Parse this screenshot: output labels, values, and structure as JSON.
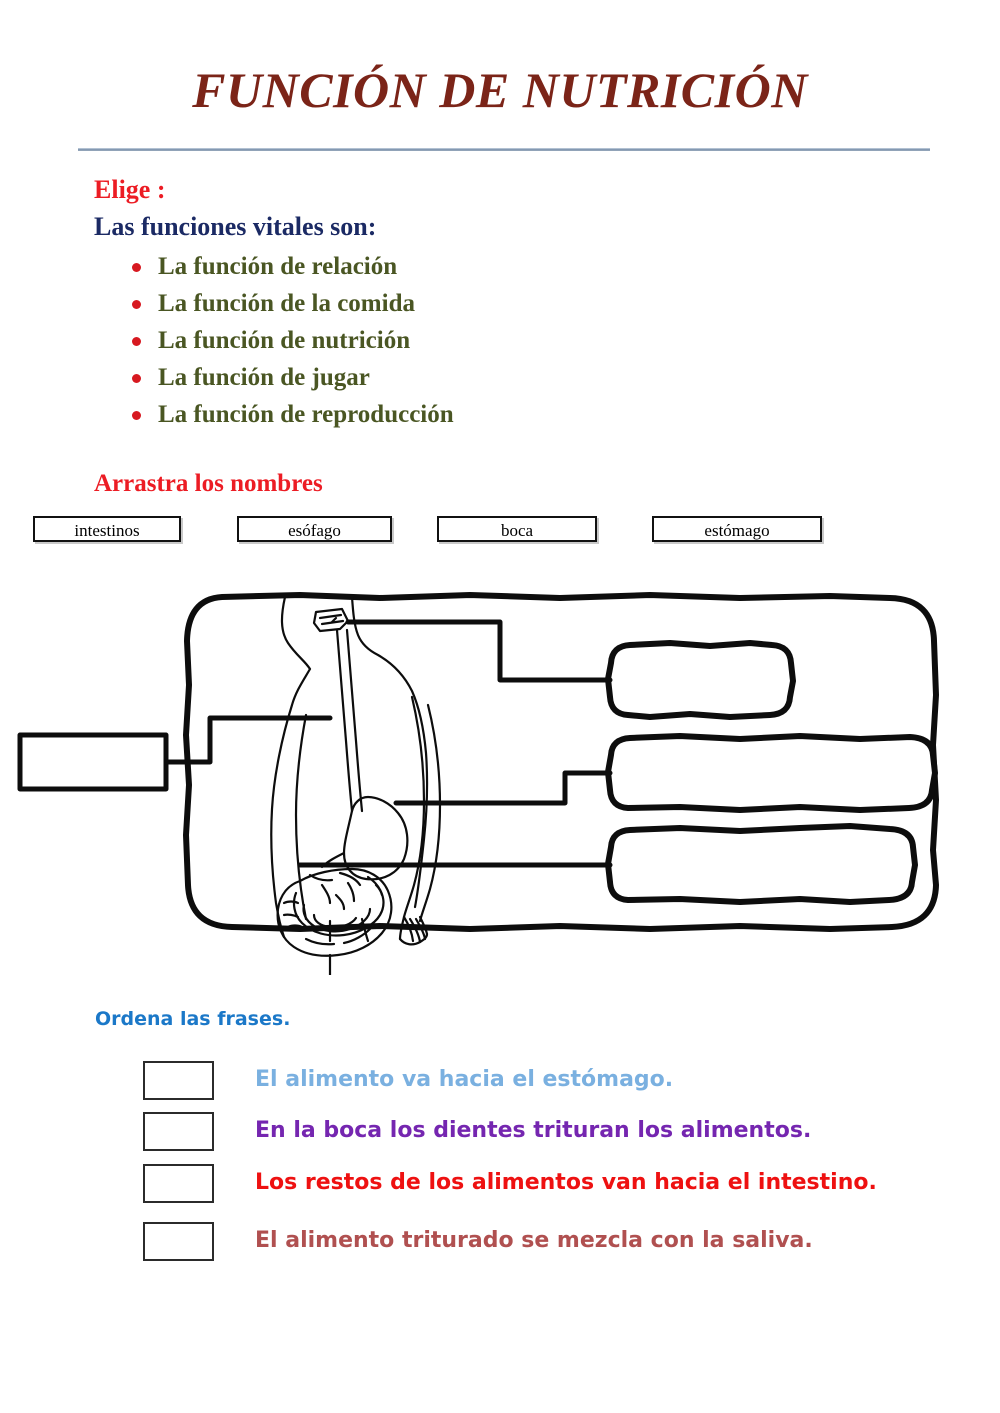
{
  "header": {
    "title": "FUNCIÓN DE NUTRICIÓN",
    "title_color": "#7b2418",
    "rule_color": "#6f87a5"
  },
  "choose_section": {
    "prompt_label": "Elige :",
    "prompt_color": "#ec1c24",
    "question": "Las funciones vitales son:",
    "question_color": "#1b2a64",
    "bullet_color": "#d71920",
    "option_color": "#4a5623",
    "options": [
      {
        "label": "La función de relación"
      },
      {
        "label": "La función de la comida"
      },
      {
        "label": "La función de nutrición"
      },
      {
        "label": "La función de jugar"
      },
      {
        "label": "La función de reproducción"
      }
    ]
  },
  "drag_section": {
    "instruction": "Arrastra los nombres",
    "instruction_color": "#ec1c24",
    "chips": [
      {
        "label": "intestinos"
      },
      {
        "label": "esófago"
      },
      {
        "label": "boca"
      },
      {
        "label": "estómago"
      }
    ]
  },
  "diagram": {
    "description": "Diagrama del aparato digestivo humano",
    "drop_zones": [
      {
        "name": "drop-zone-left",
        "value": ""
      },
      {
        "name": "drop-zone-right-top",
        "value": ""
      },
      {
        "name": "drop-zone-right-middle",
        "value": ""
      },
      {
        "name": "drop-zone-right-bottom",
        "value": ""
      }
    ]
  },
  "order_section": {
    "instruction": "Ordena las frases.",
    "instruction_color": "#1b78c8",
    "sentences": [
      {
        "text": "El alimento va hacia el estómago.",
        "color": "#7ab0e0",
        "answer": ""
      },
      {
        "text": "En la boca los dientes trituran los alimentos.",
        "color": "#7526b0",
        "answer": ""
      },
      {
        "text": "Los restos de los alimentos van hacia el intestino.",
        "color": "#ee1111",
        "answer": ""
      },
      {
        "text": "El alimento triturado se mezcla con la saliva.",
        "color": "#b05050",
        "answer": ""
      }
    ]
  }
}
